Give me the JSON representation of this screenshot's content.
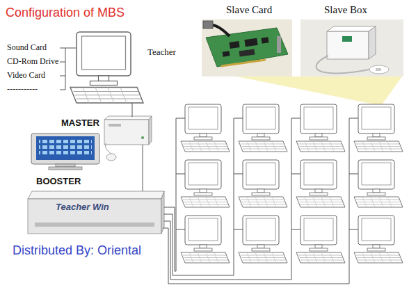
{
  "diagram": {
    "title": "Configuration of MBS",
    "nodes": [
      {
        "text": [
          "Slave Card"
        ]
      },
      {
        "text": [
          "Slave Box"
        ]
      },
      {
        "text": [
          "Teacher"
        ]
      },
      {
        "text": [
          "MASTER"
        ]
      },
      {
        "text": [
          "BOOSTER",
          "Teacher Win"
        ]
      }
    ],
    "edges": [
      {
        "from": 2,
        "to": 3,
        "arrow": "none"
      },
      {
        "from": 3,
        "to": 4,
        "arrow": "none"
      }
    ],
    "labels": [
      "Sound Card",
      "CD-Rom Drive",
      "Video Card",
      "-----------",
      "Distributed By: Oriental"
    ]
  }
}
